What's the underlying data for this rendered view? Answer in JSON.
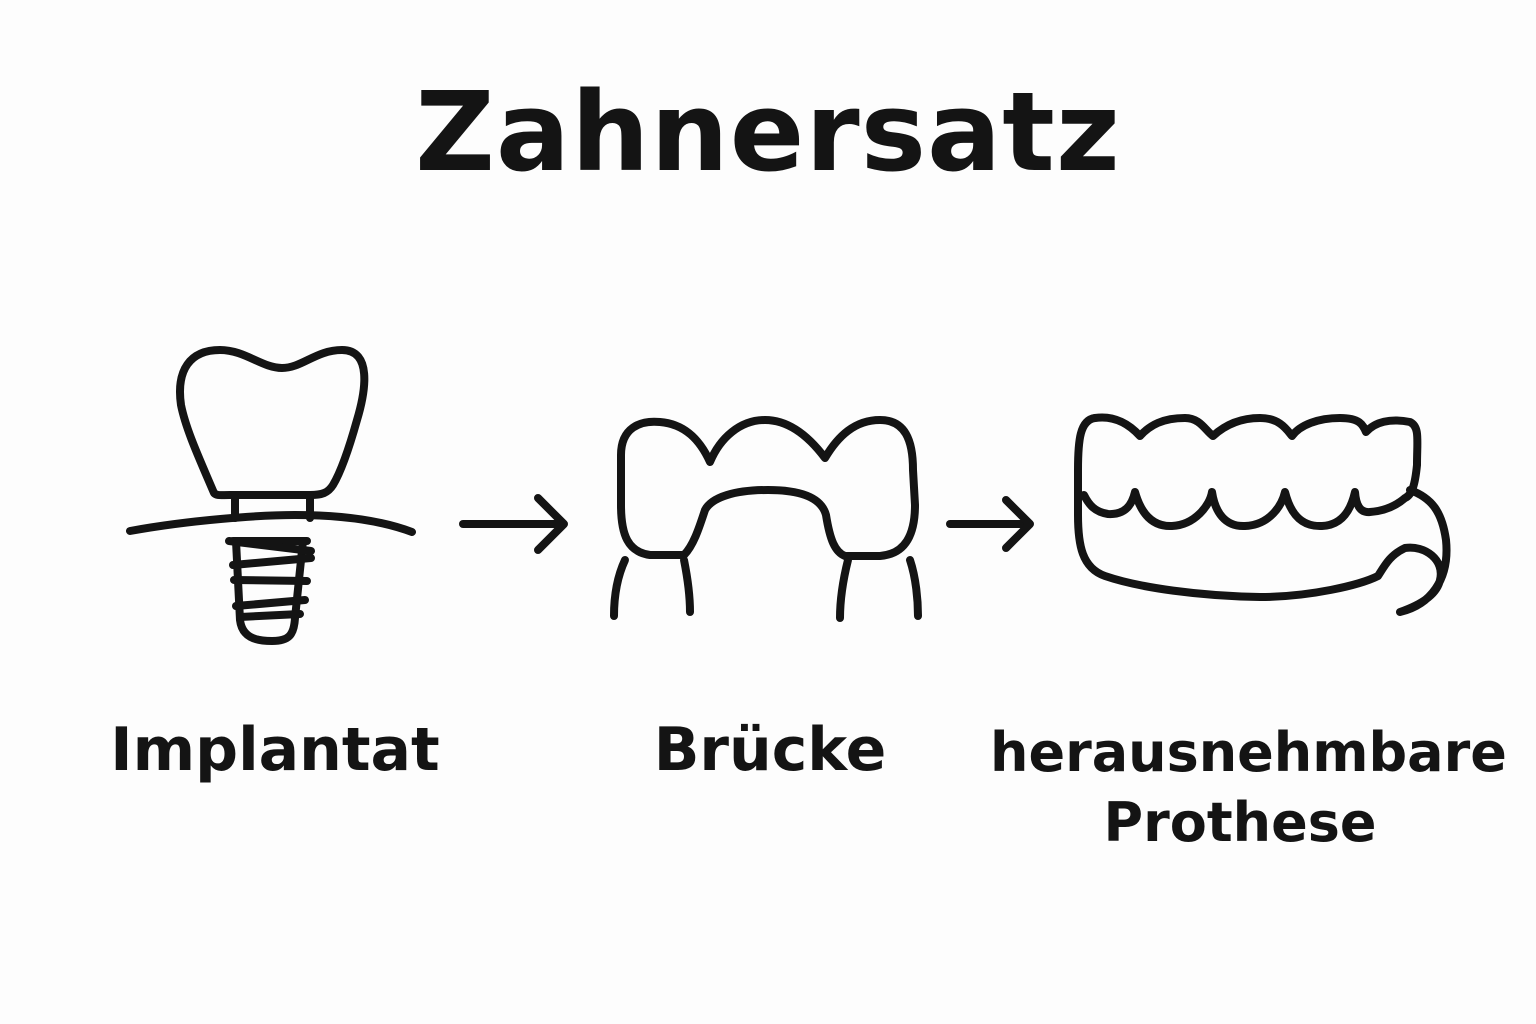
{
  "title": "Zahnersatz",
  "items": [
    {
      "icon": "dental-implant-icon",
      "label": "Implantat"
    },
    {
      "icon": "dental-bridge-icon",
      "label": "Brücke"
    },
    {
      "icon": "removable-denture-icon",
      "label_line1": "herausnehmbare",
      "label_line2": "Prothese"
    }
  ],
  "colors": {
    "stroke": "#141414",
    "background": "#fdfdfd"
  }
}
